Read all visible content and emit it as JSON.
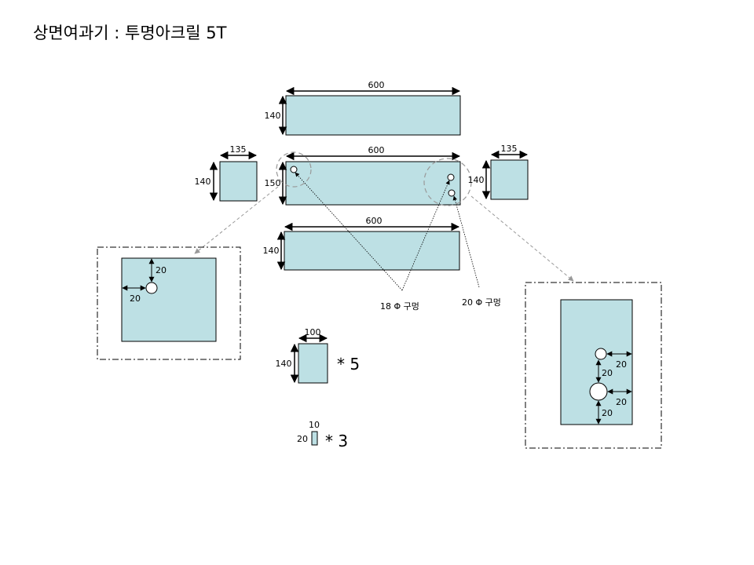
{
  "title": "상면여과기 : 투명아크릴 5T",
  "colors": {
    "panel_fill": "#bde0e4",
    "stroke": "#000000",
    "guide": "#999999"
  },
  "dims": {
    "top_width": "600",
    "top_height": "140",
    "mid_width": "600",
    "mid_height": "150",
    "bottom_width": "600",
    "bottom_height": "140",
    "left_width": "135",
    "left_height": "140",
    "right_width": "135",
    "right_height": "140",
    "small_width": "100",
    "small_height": "140",
    "tiny_width": "10",
    "tiny_height": "20"
  },
  "quantities": {
    "small_qty": "* 5",
    "tiny_qty": "* 3"
  },
  "holes": {
    "hole18_label": "18 Φ 구멍",
    "hole20_label": "20 Φ 구멍"
  },
  "detail_left": {
    "offset_top": "20",
    "offset_left": "20"
  },
  "detail_right": {
    "offset_upper_right": "20",
    "offset_between": "20",
    "offset_lower_right": "20",
    "offset_bottom": "20"
  }
}
